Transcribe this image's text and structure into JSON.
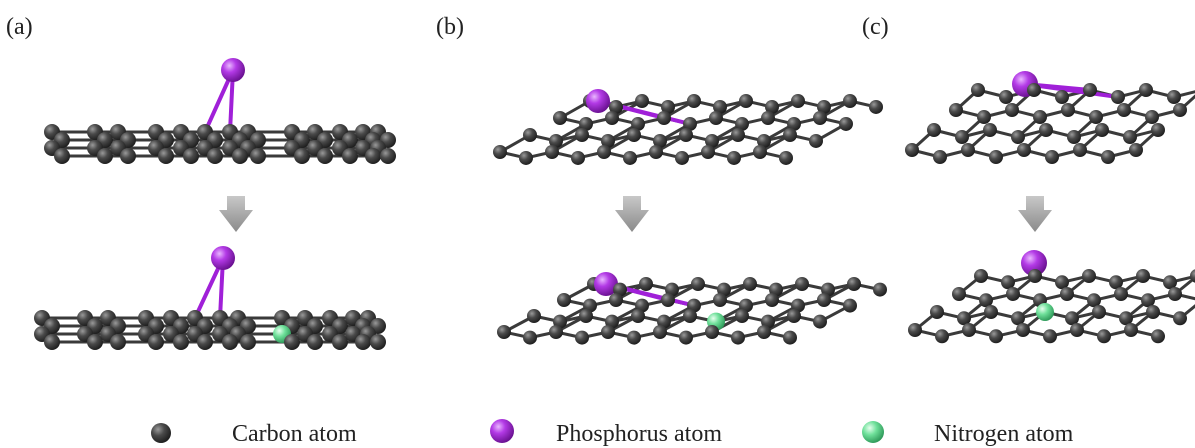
{
  "panels": [
    {
      "label": "(a)"
    },
    {
      "label": "(b)"
    },
    {
      "label": "(c)"
    }
  ],
  "legend": {
    "carbon": "Carbon atom",
    "phosphorus": "Phosphorus atom",
    "nitrogen": "Nitrogen atom"
  },
  "colors": {
    "carbon": "#3f3f3f",
    "phosphorus": "#a020d8",
    "nitrogen": "#5fd488",
    "arrow": "#9a9a9a"
  }
}
